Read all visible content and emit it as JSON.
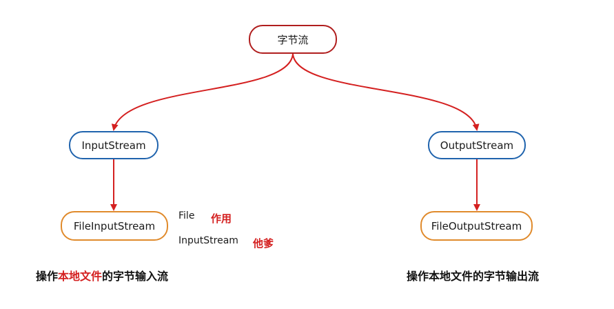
{
  "root": {
    "label": "字节流"
  },
  "input_stream": {
    "label": "InputStream"
  },
  "output_stream": {
    "label": "OutputStream"
  },
  "file_input_stream": {
    "label": "FileInputStream"
  },
  "file_output_stream": {
    "label": "FileOutputStream"
  },
  "notes": {
    "file": "File",
    "file_role": "作用",
    "input_stream": "InputStream",
    "input_stream_role": "他爹"
  },
  "captions": {
    "left": {
      "prefix": "操作",
      "highlight": "本地文件",
      "suffix": "的字节输入流"
    },
    "right": "操作本地文件的字节输出流"
  },
  "colors": {
    "edge": "#d42020",
    "root_border": "#b01e1e",
    "abstract_border": "#1f63ad",
    "concrete_border": "#e08a2b",
    "highlight_text": "#d42020"
  }
}
